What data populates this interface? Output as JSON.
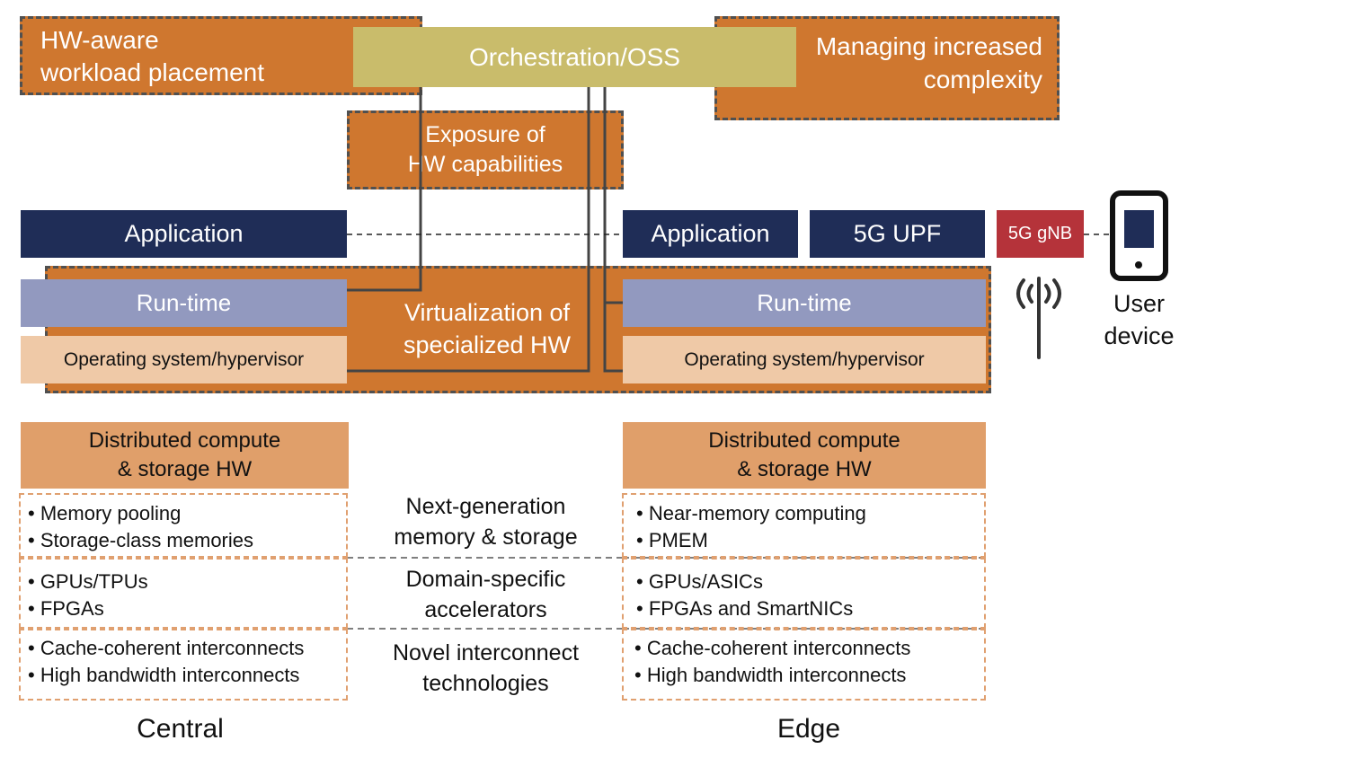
{
  "top": {
    "hw_aware": [
      "HW-aware",
      "workload placement"
    ],
    "orchestration": "Orchestration/OSS",
    "managing": [
      "Managing increased",
      "complexity"
    ],
    "exposure": [
      "Exposure of",
      "HW capabilities"
    ]
  },
  "central": {
    "application": "Application",
    "runtime": "Run-time",
    "os": "Operating system/hypervisor",
    "dc_hw": [
      "Distributed compute",
      "& storage HW"
    ],
    "memory": [
      "• Memory pooling",
      "• Storage-class memories"
    ],
    "accel": [
      "• GPUs/TPUs",
      "• FPGAs"
    ],
    "interconnect": [
      "• Cache-coherent interconnects",
      "• High bandwidth interconnects"
    ],
    "label": "Central"
  },
  "middle": {
    "virtualization": [
      "Virtualization of",
      "specialized HW"
    ],
    "memory": [
      "Next-generation",
      "memory & storage"
    ],
    "accel": [
      "Domain-specific",
      "accelerators"
    ],
    "interconnect": [
      "Novel interconnect",
      "technologies"
    ]
  },
  "edge": {
    "application": "Application",
    "upf": "5G UPF",
    "gnb": "5G gNB",
    "runtime": "Run-time",
    "os": "Operating system/hypervisor",
    "dc_hw": [
      "Distributed compute",
      "& storage HW"
    ],
    "memory": [
      "• Near-memory computing",
      "• PMEM"
    ],
    "accel": [
      "• GPUs/ASICs",
      "• FPGAs and SmartNICs"
    ],
    "interconnect": [
      "• Cache-coherent interconnects",
      "• High bandwidth interconnects"
    ],
    "label": "Edge"
  },
  "user_device": [
    "User",
    "device"
  ],
  "colors": {
    "orange": "#CF772F",
    "olive": "#C9BC6B",
    "navy": "#1F2D57",
    "runtime": "#9299BF",
    "os": "#EFC9A7",
    "dc_hw": "#E09F6A",
    "gnb": "#B5333A"
  }
}
